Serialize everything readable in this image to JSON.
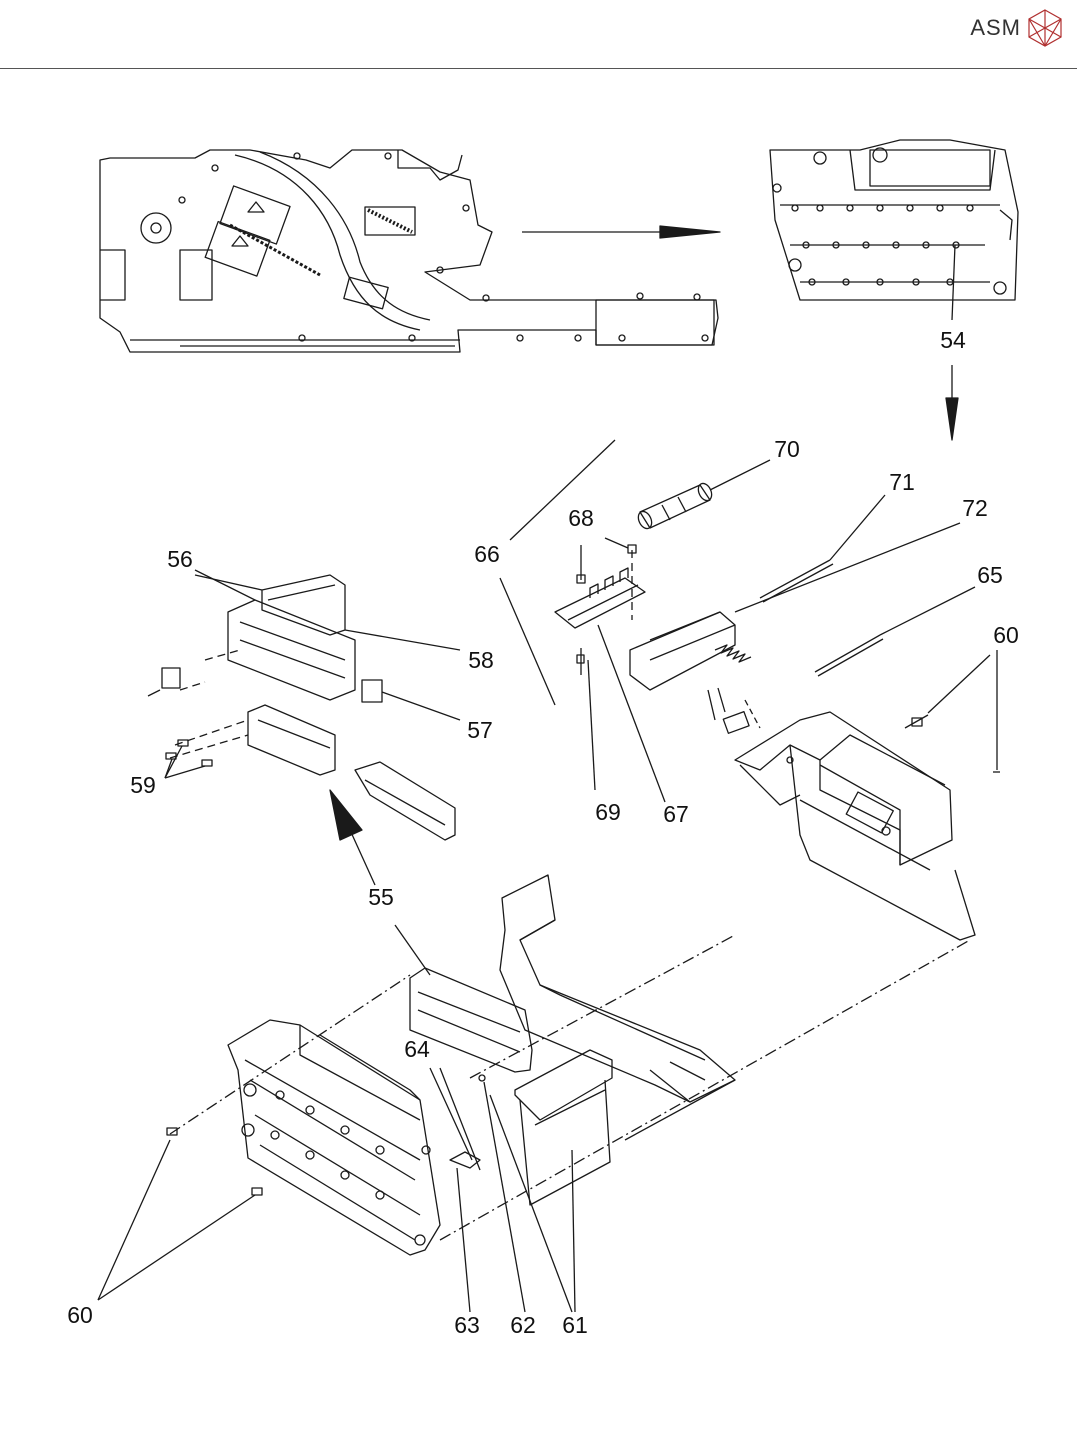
{
  "header": {
    "brand": "ASM",
    "logo_icon": "asm-cube-logo-icon"
  },
  "callouts": [
    {
      "id": "c54",
      "label": "54"
    },
    {
      "id": "c55",
      "label": "55"
    },
    {
      "id": "c56",
      "label": "56"
    },
    {
      "id": "c57",
      "label": "57"
    },
    {
      "id": "c58",
      "label": "58"
    },
    {
      "id": "c59",
      "label": "59"
    },
    {
      "id": "c60a",
      "label": "60"
    },
    {
      "id": "c60b",
      "label": "60"
    },
    {
      "id": "c61",
      "label": "61"
    },
    {
      "id": "c62",
      "label": "62"
    },
    {
      "id": "c63",
      "label": "63"
    },
    {
      "id": "c64",
      "label": "64"
    },
    {
      "id": "c65",
      "label": "65"
    },
    {
      "id": "c66",
      "label": "66"
    },
    {
      "id": "c67",
      "label": "67"
    },
    {
      "id": "c68",
      "label": "68"
    },
    {
      "id": "c69",
      "label": "69"
    },
    {
      "id": "c70",
      "label": "70"
    },
    {
      "id": "c71",
      "label": "71"
    },
    {
      "id": "c72",
      "label": "72"
    }
  ],
  "colors": {
    "line": "#1a1a1a",
    "text": "#111111"
  }
}
